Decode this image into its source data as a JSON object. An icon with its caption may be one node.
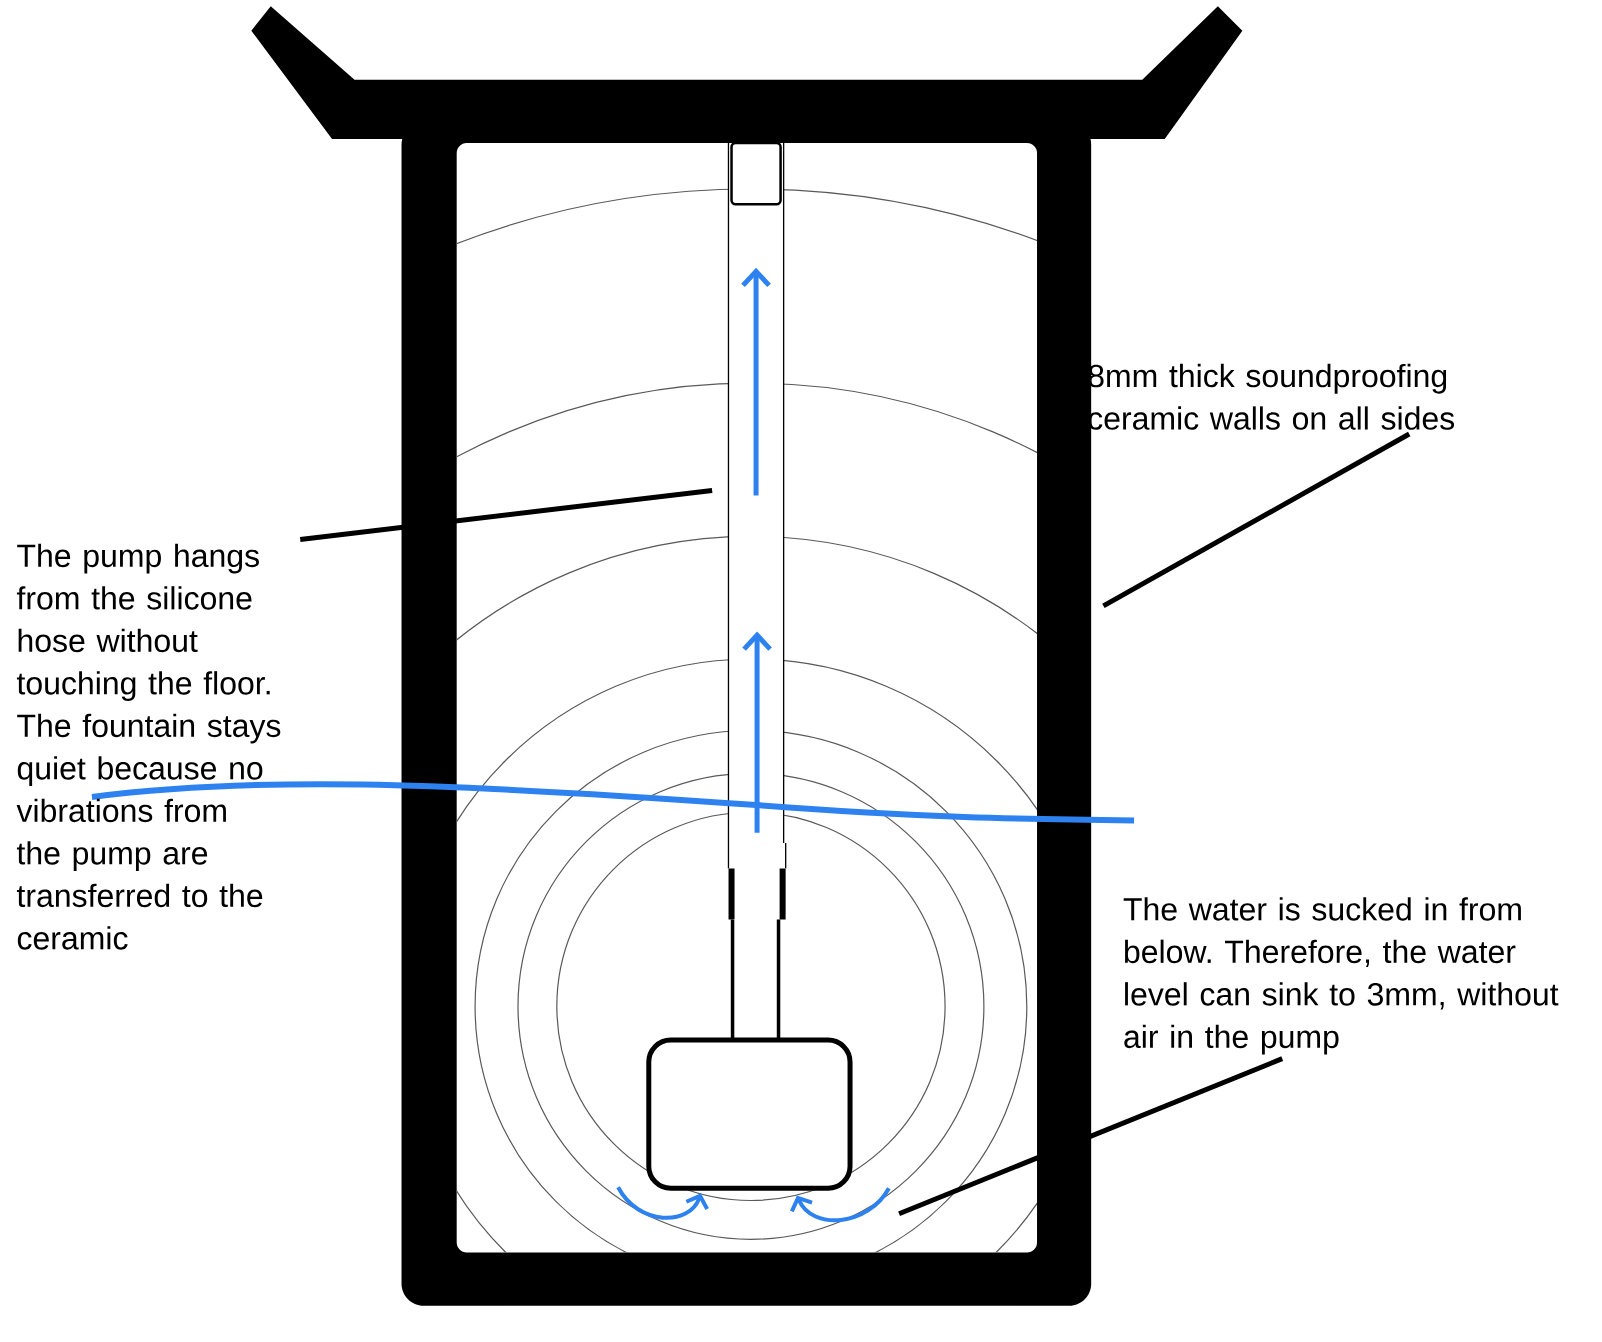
{
  "diagram": {
    "nodes": [
      {
        "text": [
          "The pump hangs from the silicone hose without touching the floor. The fountain stays quiet because no vibrations from the pump are transferred to the ceramic"
        ]
      },
      {
        "text": [
          "8mm thick soundproofing ceramic walls on all sides"
        ]
      },
      {
        "text": [
          "The water is sucked in from below. Therefore, the water level can sink to 3mm, without air in the pump"
        ]
      }
    ],
    "edges": [
      {
        "from": 0,
        "to": null,
        "arrow": "none"
      },
      {
        "from": 1,
        "to": null,
        "arrow": "none"
      },
      {
        "from": 2,
        "to": null,
        "arrow": "none"
      }
    ]
  }
}
